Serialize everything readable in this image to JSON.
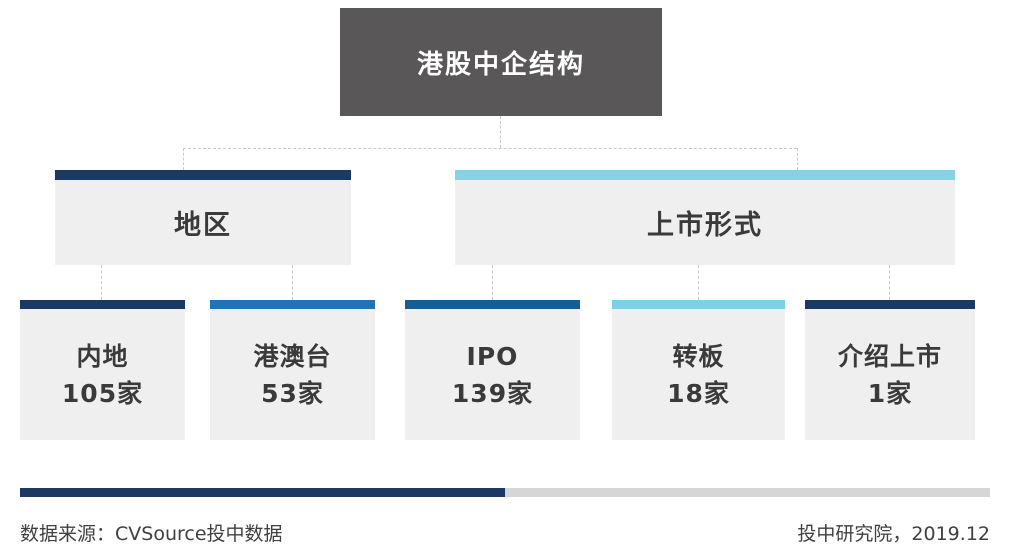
{
  "root": {
    "label": "港股中企结构"
  },
  "level2": [
    {
      "label": "地区",
      "accent": "#1a3a64"
    },
    {
      "label": "上市形式",
      "accent": "#86d3e6"
    }
  ],
  "level3": [
    {
      "label": "内地",
      "count": "105家",
      "accent": "#1a3a64"
    },
    {
      "label": "港澳台",
      "count": "53家",
      "accent": "#2272b6"
    },
    {
      "label": "IPO",
      "count": "139家",
      "accent": "#175d92"
    },
    {
      "label": "转板",
      "count": "18家",
      "accent": "#7ed0e6"
    },
    {
      "label": "介绍上市",
      "count": "1家",
      "accent": "#1a3a64"
    }
  ],
  "footer": {
    "source": "数据来源：CVSource投中数据",
    "credit": "投中研究院，2019.12"
  },
  "colors": {
    "root_bg": "#595757",
    "node_body": "#efefef",
    "connector": "#c9c9c9",
    "rule_navy": "#1a3a64",
    "rule_gray": "#d6d6d6"
  }
}
